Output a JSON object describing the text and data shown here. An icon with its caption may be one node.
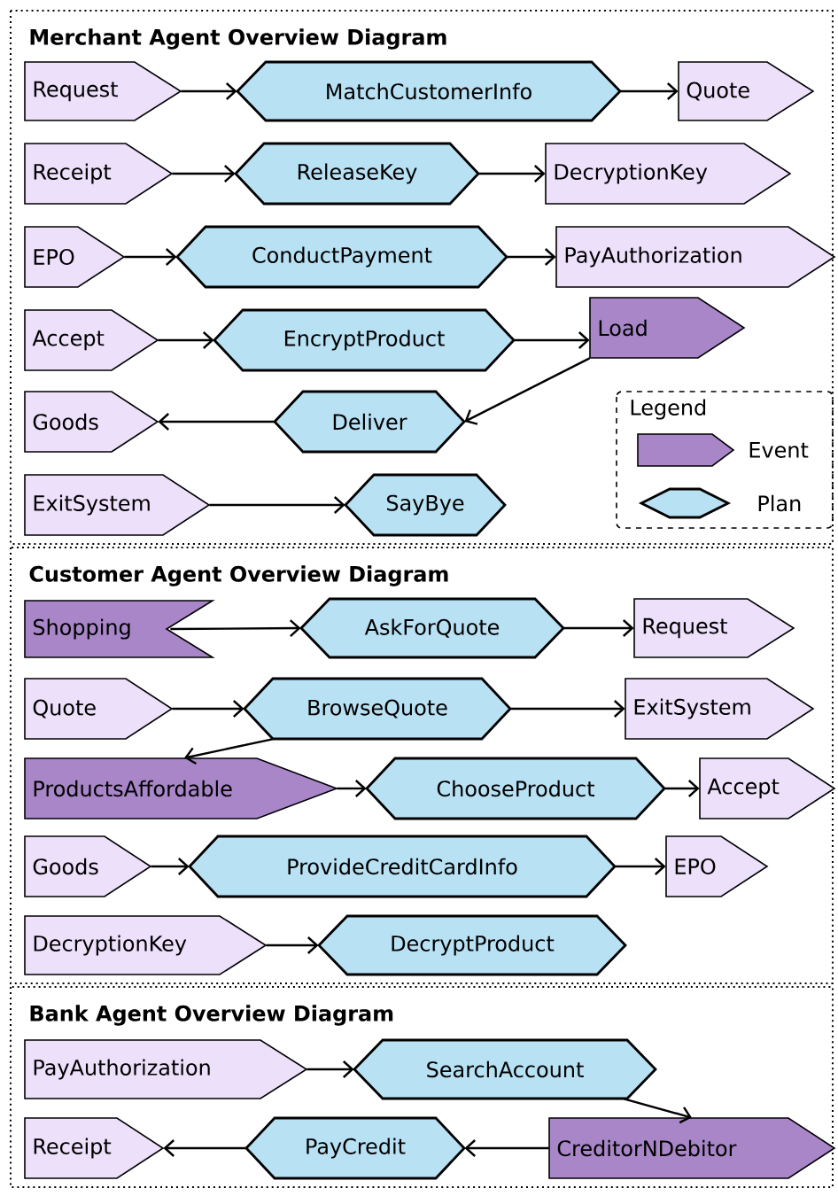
{
  "diagram": {
    "nodes": [
      {
        "text": [
          "Merchant Agent Overview Diagram"
        ]
      },
      {
        "text": [
          "Request"
        ],
        "in": 0
      },
      {
        "text": [
          "MatchCustomerInfo"
        ],
        "in": 0
      },
      {
        "text": [
          "Quote"
        ],
        "in": 0
      },
      {
        "text": [
          "Receipt"
        ],
        "in": 0
      },
      {
        "text": [
          "ReleaseKey"
        ],
        "in": 0
      },
      {
        "text": [
          "DecryptionKey"
        ],
        "in": 0
      },
      {
        "text": [
          "EPO"
        ],
        "in": 0
      },
      {
        "text": [
          "ConductPayment"
        ],
        "in": 0
      },
      {
        "text": [
          "PayAuthorization"
        ],
        "in": 0
      },
      {
        "text": [
          "Accept"
        ],
        "in": 0
      },
      {
        "text": [
          "EncryptProduct"
        ],
        "in": 0
      },
      {
        "text": [
          "Load"
        ],
        "in": 0
      },
      {
        "text": [
          "Goods"
        ],
        "in": 0
      },
      {
        "text": [
          "Deliver"
        ],
        "in": 0
      },
      {
        "text": [
          "ExitSystem"
        ],
        "in": 0
      },
      {
        "text": [
          "SayBye"
        ],
        "in": 0
      },
      {
        "text": [
          "Customer Agent Overview Diagram"
        ]
      },
      {
        "text": [
          "Shopping"
        ],
        "in": 17
      },
      {
        "text": [
          "AskForQuote"
        ],
        "in": 17
      },
      {
        "text": [
          "Request"
        ],
        "in": 17
      },
      {
        "text": [
          "Quote"
        ],
        "in": 17
      },
      {
        "text": [
          "BrowseQuote"
        ],
        "in": 17
      },
      {
        "text": [
          "ExitSystem"
        ],
        "in": 17
      },
      {
        "text": [
          "ProductsAffordable"
        ],
        "in": 17
      },
      {
        "text": [
          "ChooseProduct"
        ],
        "in": 17
      },
      {
        "text": [
          "Accept"
        ],
        "in": 17
      },
      {
        "text": [
          "Goods"
        ],
        "in": 17
      },
      {
        "text": [
          "ProvideCreditCardInfo"
        ],
        "in": 17
      },
      {
        "text": [
          "EPO"
        ],
        "in": 17
      },
      {
        "text": [
          "DecryptionKey"
        ],
        "in": 17
      },
      {
        "text": [
          "DecryptProduct"
        ],
        "in": 17
      },
      {
        "text": [
          "Bank Agent Overview Diagram"
        ]
      },
      {
        "text": [
          "PayAuthorization"
        ],
        "in": 32
      },
      {
        "text": [
          "SearchAccount"
        ],
        "in": 32
      },
      {
        "text": [
          "Receipt"
        ],
        "in": 32
      },
      {
        "text": [
          "PayCredit"
        ],
        "in": 32
      },
      {
        "text": [
          "CreditorNDebitor"
        ],
        "in": 32
      }
    ],
    "edges": [
      {
        "from": 1,
        "to": 2,
        "arrow": "to"
      },
      {
        "from": 2,
        "to": 3,
        "arrow": "to"
      },
      {
        "from": 4,
        "to": 5,
        "arrow": "to"
      },
      {
        "from": 5,
        "to": 6,
        "arrow": "to"
      },
      {
        "from": 7,
        "to": 8,
        "arrow": "to"
      },
      {
        "from": 8,
        "to": 9,
        "arrow": "to"
      },
      {
        "from": 10,
        "to": 11,
        "arrow": "to"
      },
      {
        "from": 11,
        "to": 12,
        "arrow": "to"
      },
      {
        "from": 12,
        "to": 14,
        "arrow": "to"
      },
      {
        "from": 14,
        "to": 13,
        "arrow": "to"
      },
      {
        "from": 15,
        "to": 16,
        "arrow": "to"
      },
      {
        "from": 18,
        "to": 19,
        "arrow": "to"
      },
      {
        "from": 19,
        "to": 20,
        "arrow": "to"
      },
      {
        "from": 21,
        "to": 22,
        "arrow": "to"
      },
      {
        "from": 22,
        "to": 23,
        "arrow": "to"
      },
      {
        "from": 22,
        "to": 24,
        "arrow": "to"
      },
      {
        "from": 24,
        "to": 25,
        "arrow": "to"
      },
      {
        "from": 25,
        "to": 26,
        "arrow": "to"
      },
      {
        "from": 27,
        "to": 28,
        "arrow": "to"
      },
      {
        "from": 28,
        "to": 29,
        "arrow": "to"
      },
      {
        "from": 30,
        "to": 31,
        "arrow": "to"
      },
      {
        "from": 33,
        "to": 34,
        "arrow": "to"
      },
      {
        "from": 34,
        "to": 37,
        "arrow": "to"
      },
      {
        "from": 37,
        "to": 36,
        "arrow": "to"
      },
      {
        "from": 36,
        "to": 35,
        "arrow": "to"
      }
    ],
    "labels": [
      "Legend"
    ],
    "legend": [
      {
        "text": "Event"
      },
      {
        "text": "Plan"
      }
    ]
  }
}
